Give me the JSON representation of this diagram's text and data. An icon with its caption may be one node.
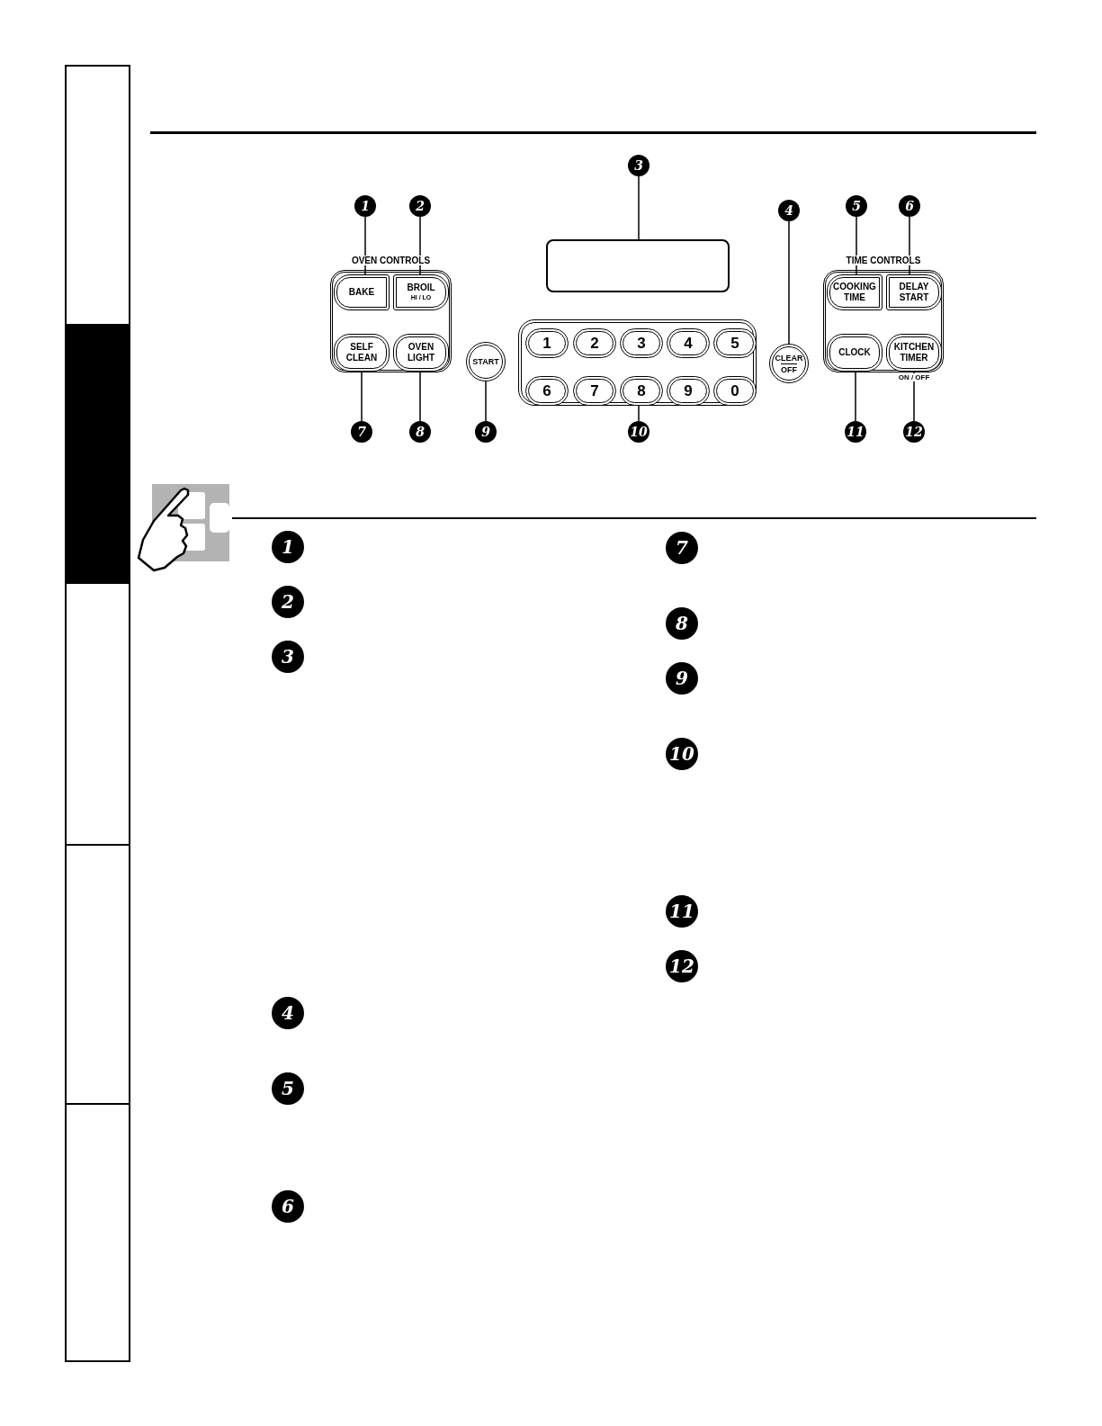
{
  "diagram": {
    "nodes": [
      {
        "text": [
          "3"
        ]
      },
      {
        "text": [
          "1"
        ]
      },
      {
        "text": [
          "2"
        ]
      },
      {
        "text": [
          "4"
        ]
      },
      {
        "text": [
          "5"
        ]
      },
      {
        "text": [
          "6"
        ]
      },
      {
        "text": [
          "OVEN CONTROLS"
        ]
      },
      {
        "text": [
          "BAKE"
        ],
        "in": 6
      },
      {
        "text": [
          "BROIL",
          "HI / LO"
        ],
        "in": 6
      },
      {
        "text": [
          "SELF CLEAN"
        ],
        "in": 6
      },
      {
        "text": [
          "OVEN LIGHT"
        ],
        "in": 6
      },
      {
        "text": [],
        "shape": "box"
      },
      {
        "text": [],
        "shape": "box"
      },
      {
        "text": [
          "1"
        ],
        "in": 12
      },
      {
        "text": [
          "2"
        ],
        "in": 12
      },
      {
        "text": [
          "3"
        ],
        "in": 12
      },
      {
        "text": [
          "4"
        ],
        "in": 12
      },
      {
        "text": [
          "5"
        ],
        "in": 12
      },
      {
        "text": [
          "6"
        ],
        "in": 12
      },
      {
        "text": [
          "7"
        ],
        "in": 12
      },
      {
        "text": [
          "8"
        ],
        "in": 12
      },
      {
        "text": [
          "9"
        ],
        "in": 12
      },
      {
        "text": [
          "0"
        ],
        "in": 12
      },
      {
        "text": [
          "START"
        ]
      },
      {
        "text": [
          "CLEAR",
          "OFF"
        ]
      },
      {
        "text": [
          "TIME CONTROLS"
        ]
      },
      {
        "text": [
          "COOKING TIME"
        ],
        "in": 25
      },
      {
        "text": [
          "DELAY START"
        ],
        "in": 25
      },
      {
        "text": [
          "CLOCK"
        ],
        "in": 25
      },
      {
        "text": [
          "KITCHEN TIMER"
        ],
        "in": 25,
        "beside": [
          "ON / OFF"
        ]
      },
      {
        "text": [
          "7"
        ]
      },
      {
        "text": [
          "8"
        ]
      },
      {
        "text": [
          "9"
        ]
      },
      {
        "text": [
          "10"
        ]
      },
      {
        "text": [
          "11"
        ]
      },
      {
        "text": [
          "12"
        ]
      }
    ],
    "edges": [
      {
        "from": 1,
        "to": 7,
        "arrow": "none"
      },
      {
        "from": 2,
        "to": 8,
        "arrow": "none"
      },
      {
        "from": 0,
        "to": 11,
        "arrow": "none"
      },
      {
        "from": 3,
        "to": 24,
        "arrow": "none"
      },
      {
        "from": 4,
        "to": 26,
        "arrow": "none"
      },
      {
        "from": 5,
        "to": 27,
        "arrow": "none"
      },
      {
        "from": 30,
        "to": 9,
        "arrow": "none"
      },
      {
        "from": 31,
        "to": 10,
        "arrow": "none"
      },
      {
        "from": 32,
        "to": 23,
        "arrow": "none"
      },
      {
        "from": 33,
        "to": 12,
        "arrow": "none"
      },
      {
        "from": 34,
        "to": 28,
        "arrow": "none"
      },
      {
        "from": 35,
        "to": 29,
        "arrow": "none"
      }
    ],
    "labels": [
      "1",
      "2",
      "3",
      "4",
      "5",
      "6",
      "7",
      "8",
      "9",
      "10",
      "11",
      "12"
    ]
  }
}
